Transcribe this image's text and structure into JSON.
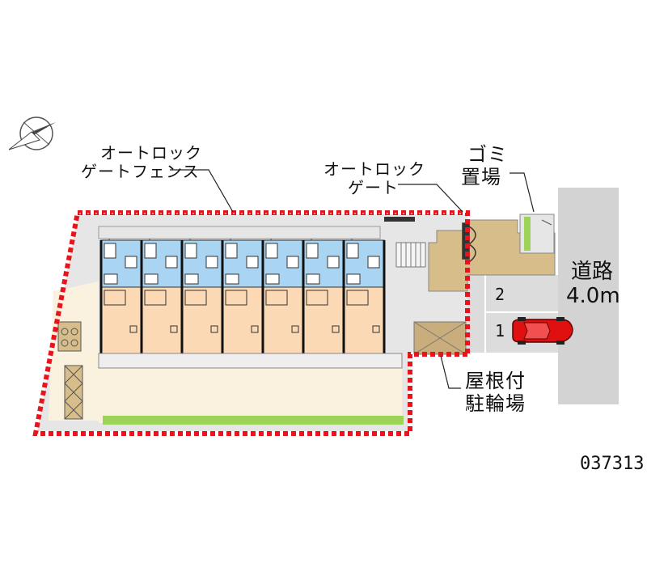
{
  "labels": {
    "auto_lock_gate_fence": {
      "line1": "オートロック",
      "line2": "ゲートフェンス"
    },
    "auto_lock_gate": {
      "line1": "オートロック",
      "line2": "ゲート"
    },
    "garbage_area": {
      "line1": "ゴミ",
      "line2": "置場"
    },
    "road": {
      "line1": "道路",
      "line2": "4.0m"
    },
    "covered_bicycle_parking": {
      "line1": "屋根付",
      "line2": "駐輪場"
    },
    "parking_slot_1": "1",
    "parking_slot_2": "2",
    "property_code": "037313"
  },
  "colors": {
    "fence_red": "#e8141b",
    "unit_blue": "#a9d4f2",
    "unit_peach": "#fbd9b4",
    "entrance_tan": "#d6bd8a",
    "lot_gray": "#dcdcdc",
    "road_gray": "#d3d3d3",
    "yard_beige": "#faf2df",
    "greenery": "#9ed35a",
    "car_red": "#e01010"
  },
  "icons": [
    "compass-icon",
    "car-icon",
    "bicycle-shed-icon",
    "garbage-area-icon"
  ]
}
